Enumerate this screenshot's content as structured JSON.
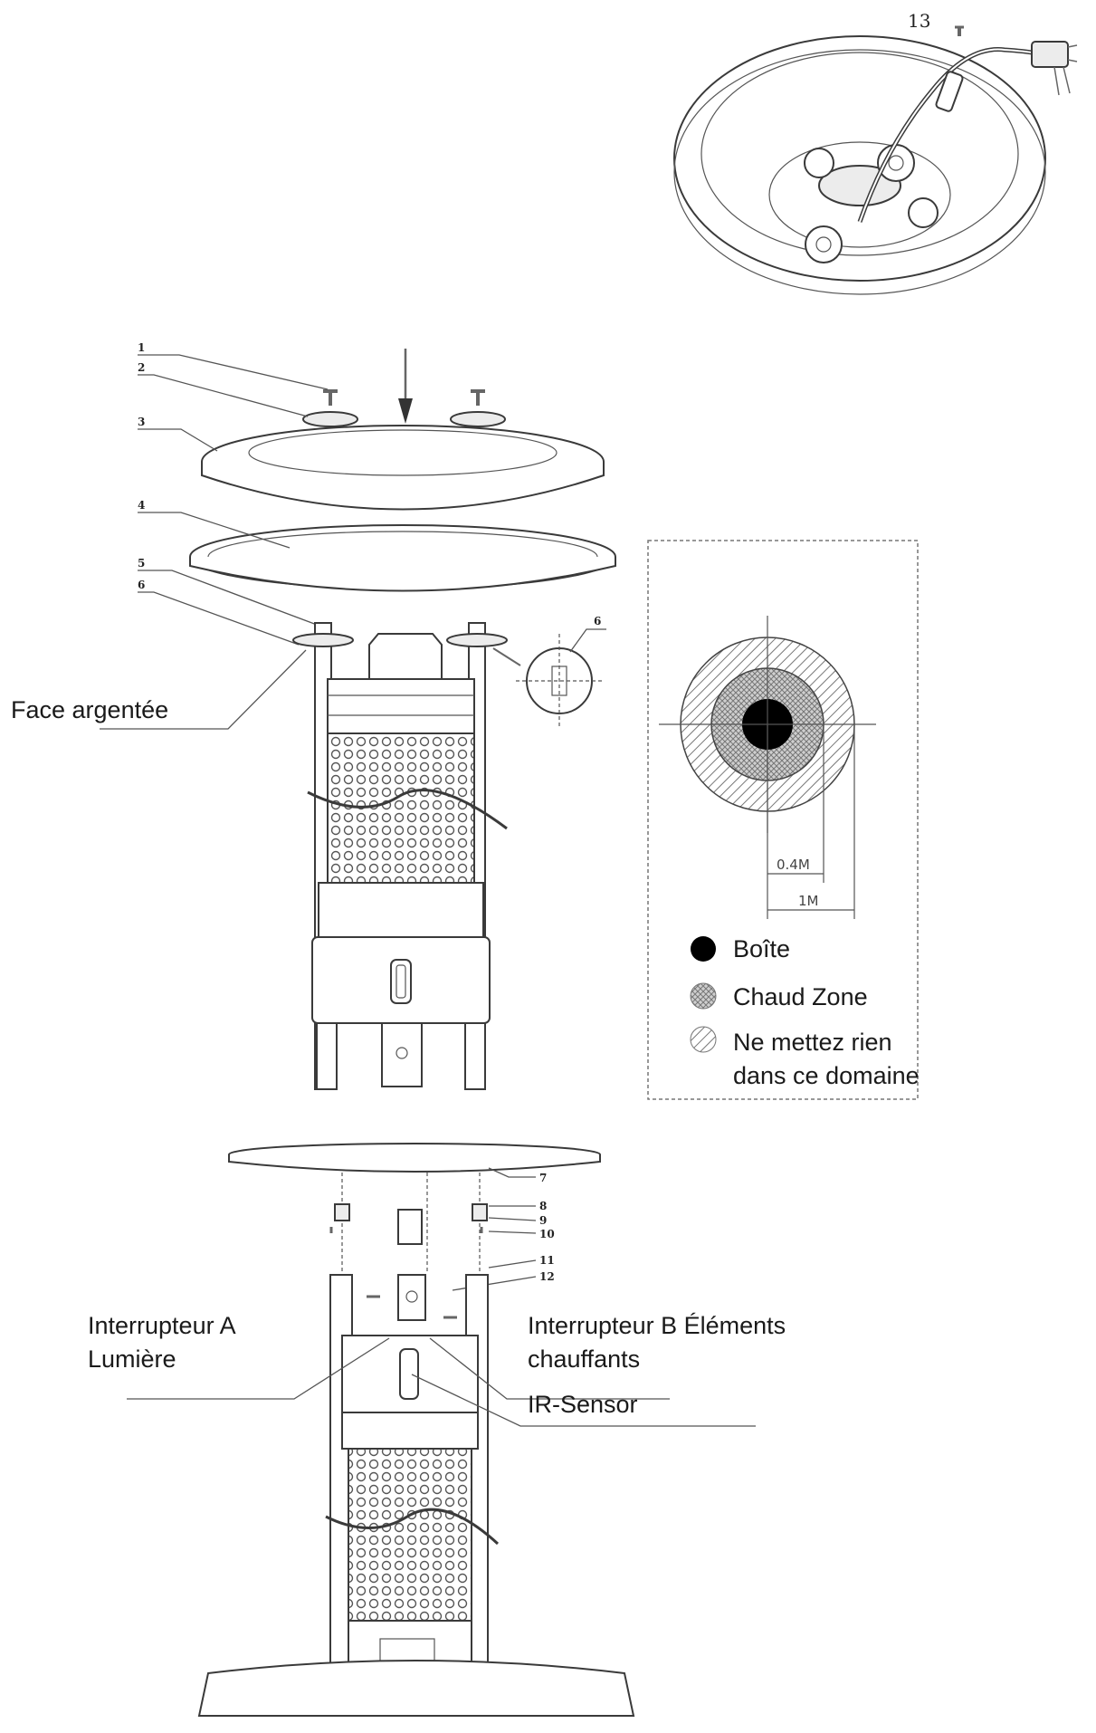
{
  "part_numbers": [
    "1",
    "2",
    "3",
    "4",
    "5",
    "6",
    "7",
    "8",
    "9",
    "10",
    "11",
    "12",
    "13"
  ],
  "callout_6": "6",
  "labels": {
    "silver_face": "Face argentée",
    "switch_a_line1": "Interrupteur A",
    "switch_a_line2": "Lumière",
    "switch_b_line1": "Interrupteur B Éléments",
    "switch_b_line2": "chauffants",
    "ir_sensor": "IR-Sensor"
  },
  "legend": {
    "dim_inner": "0.4M",
    "dim_outer": "1M",
    "items": [
      {
        "icon": "solid-dot-icon",
        "label": "Boîte"
      },
      {
        "icon": "crosshatch-dot-icon",
        "label": "Chaud Zone"
      },
      {
        "icon": "diagonal-hatch-dot-icon",
        "label_line1": "Ne mettez rien",
        "label_line2": "dans ce domaine"
      }
    ]
  },
  "colors": {
    "line": "#3a3a3a",
    "text": "#1a1a1a",
    "box": "#777777"
  }
}
